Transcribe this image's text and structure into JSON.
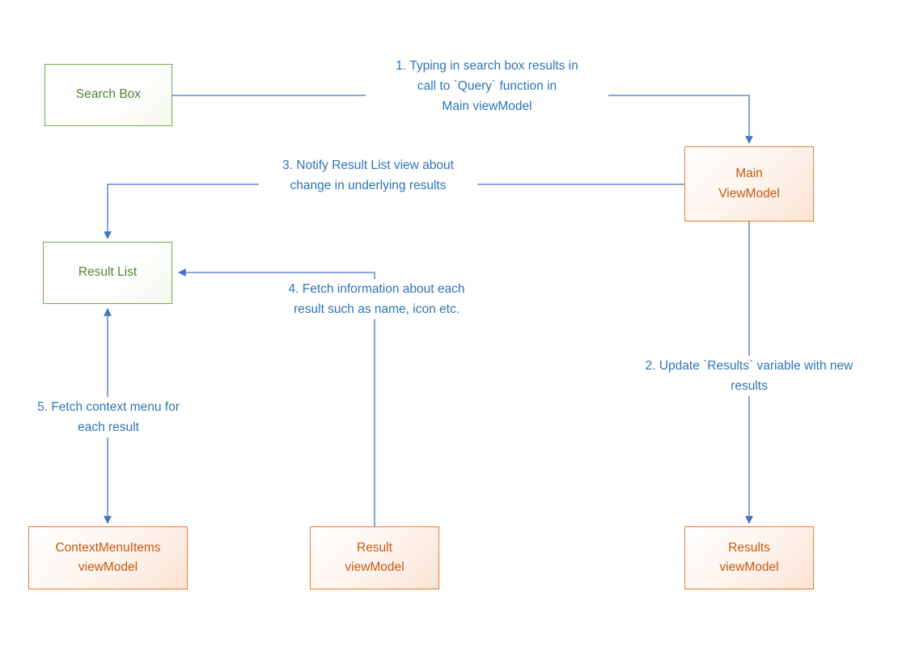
{
  "diagram": {
    "nodes": {
      "search_box": {
        "label": "Search Box"
      },
      "main_viewmodel": {
        "label": "Main\nViewModel"
      },
      "result_list": {
        "label": "Result List"
      },
      "contextmenuitems_viewmodel": {
        "label": "ContextMenuItems\nviewModel"
      },
      "result_viewmodel": {
        "label": "Result\nviewModel"
      },
      "results_viewmodel": {
        "label": "Results\nviewModel"
      }
    },
    "annotations": {
      "step1": {
        "text": "1. Typing in search box results in\ncall to `Query` function in\nMain viewModel"
      },
      "step2": {
        "text": "2. Update `Results` variable with new\nresults"
      },
      "step3": {
        "text": "3. Notify Result List view about\nchange in underlying results"
      },
      "step4": {
        "text": "4. Fetch information about each\nresult such as name, icon etc."
      },
      "step5": {
        "text": "5. Fetch context menu for\neach result"
      }
    },
    "colors": {
      "green_text": "#538135",
      "green_border": "#70ad47",
      "orange_text": "#c55a11",
      "orange_border": "#ed7d31",
      "blue_text": "#2e75b6",
      "arrow_line": "#4472c4"
    }
  }
}
